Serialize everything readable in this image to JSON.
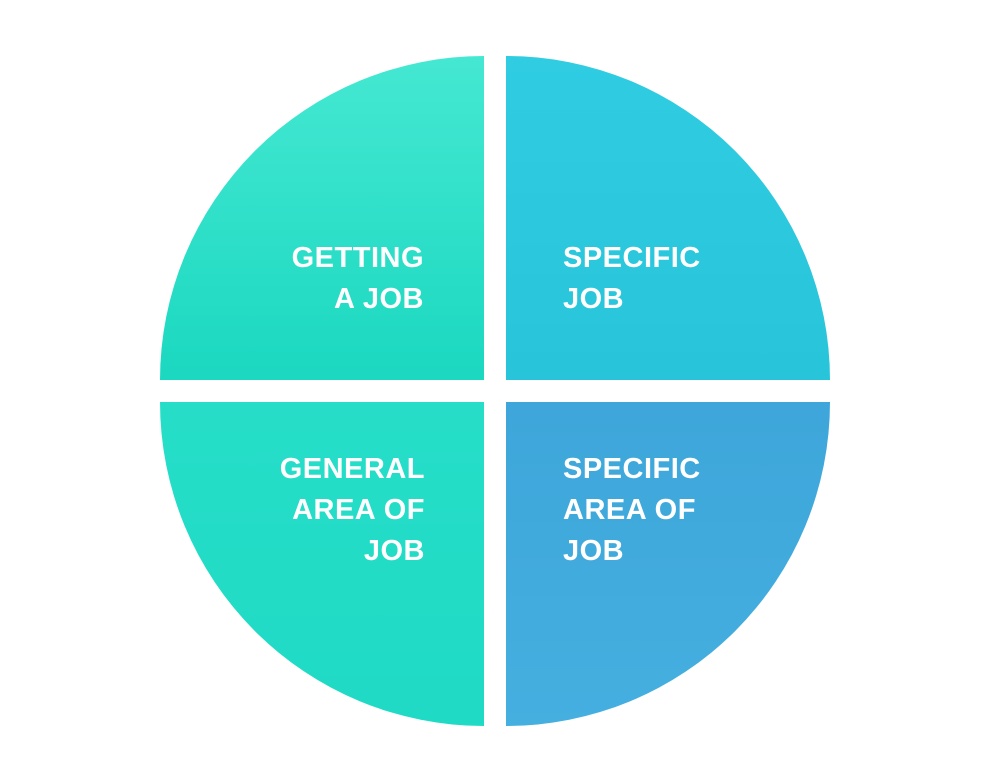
{
  "diagram": {
    "background_color": "#ffffff",
    "text_color": "#ffffff",
    "quadrants": [
      {
        "id": "getting-a-job",
        "position": "top-left",
        "lines": [
          "GETTING",
          "A JOB"
        ],
        "color_top": "#45E8D2",
        "color_bottom": "#1BD8C0"
      },
      {
        "id": "specific-job",
        "position": "top-right",
        "lines": [
          "SPECIFIC",
          "JOB"
        ],
        "color_top": "#2FCCE2",
        "color_bottom": "#28C4DA"
      },
      {
        "id": "general-area-of-job",
        "position": "bottom-left",
        "lines": [
          "GENERAL",
          "AREA OF",
          "JOB"
        ],
        "color_top": "#26DEC8",
        "color_bottom": "#1FDAC5"
      },
      {
        "id": "specific-area-of-job",
        "position": "bottom-right",
        "lines": [
          "SPECIFIC",
          "AREA OF",
          "JOB"
        ],
        "color_top": "#3EA6DA",
        "color_bottom": "#45AFE0"
      }
    ]
  }
}
